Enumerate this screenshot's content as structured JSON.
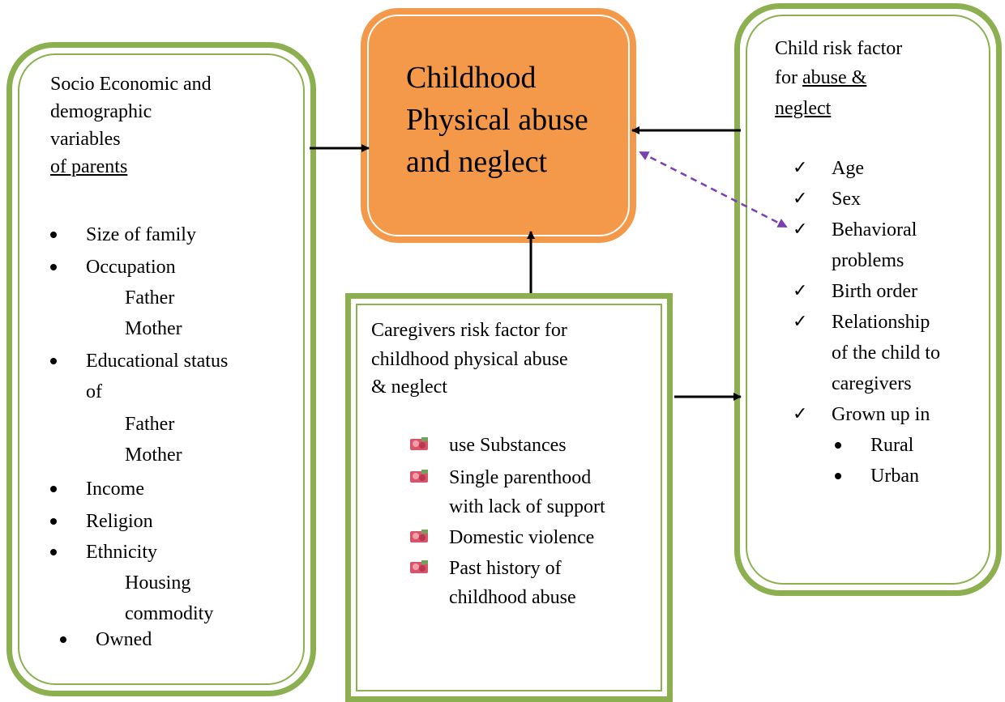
{
  "center": {
    "title": "Childhood Physical abuse and neglect"
  },
  "left_box": {
    "title_lines": [
      "Socio Economic and",
      "demographic",
      "variables"
    ],
    "title_underlined": "of parents",
    "items": [
      {
        "text": "Size of family",
        "level": 1
      },
      {
        "text": "Occupation",
        "level": 1
      },
      {
        "text": "Father",
        "level": 2
      },
      {
        "text": "Mother",
        "level": 2
      },
      {
        "text": "Educational status",
        "level": 1
      },
      {
        "text": "of",
        "level": 1,
        "continuation": true
      },
      {
        "text": "Father",
        "level": 2
      },
      {
        "text": "Mother",
        "level": 2
      },
      {
        "text": "Income",
        "level": 1
      },
      {
        "text": "Religion",
        "level": 1
      },
      {
        "text": "Ethnicity",
        "level": 1
      },
      {
        "text": "Housing",
        "level": 2
      },
      {
        "text": "commodity",
        "level": 2,
        "continuation": true
      },
      {
        "text": "Owned",
        "level": 1
      }
    ]
  },
  "right_box": {
    "title_line1": "Child risk factor",
    "title_line2_plain": "for ",
    "title_line2_underlined": "abuse &",
    "title_line3_underlined": "neglect",
    "items": [
      {
        "text": "Age",
        "level": 1
      },
      {
        "text": "Sex",
        "level": 1
      },
      {
        "text": "Behavioral",
        "level": 1
      },
      {
        "text": "problems",
        "level": 1,
        "continuation": true
      },
      {
        "text": "Birth order",
        "level": 1
      },
      {
        "text": "Relationship",
        "level": 1
      },
      {
        "text": "of the child to",
        "level": 1,
        "continuation": true
      },
      {
        "text": "caregivers",
        "level": 1,
        "continuation": true
      },
      {
        "text": "Grown up in",
        "level": 1
      },
      {
        "text": "Rural",
        "level": 2
      },
      {
        "text": "Urban",
        "level": 2
      }
    ]
  },
  "bottom_box": {
    "title_lines": [
      "Caregivers risk factor for",
      "childhood physical abuse",
      "& neglect"
    ],
    "items": [
      {
        "text": "use Substances"
      },
      {
        "text": "Single parenthood",
        "continuation_text": "with lack of support"
      },
      {
        "text": "Domestic violence"
      },
      {
        "text": "Past history of",
        "continuation_text": "childhood abuse"
      }
    ]
  },
  "colors": {
    "border_green": "#8cb04f",
    "center_fill": "#f4984a",
    "dashed_arrow": "#7a3fb5",
    "flower_icon": "#d9536b"
  },
  "icons": {
    "left_level1": "bullet-dot-icon",
    "left_level2": "arrowhead-bullet-icon",
    "right_level1": "checkmark-icon",
    "right_level2": "bullet-dot-icon",
    "bottom": "flower-bullet-icon"
  }
}
